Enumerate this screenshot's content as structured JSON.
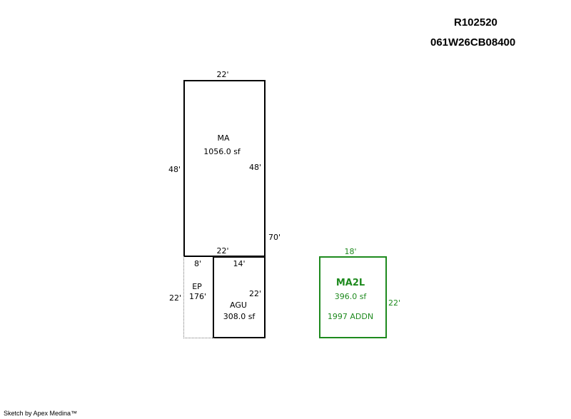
{
  "header": {
    "account_id": "R102520",
    "map_tax_lot": "061W26CB08400"
  },
  "footer": {
    "credit": "Sketch by Apex Medina™"
  },
  "colors": {
    "line": "#000000",
    "addition": "#1e8a1e"
  },
  "areas": {
    "main": {
      "code": "MA",
      "area": "1056.0 sf",
      "dim_top": "22'",
      "dim_left": "48'",
      "dim_right_inner": "48'",
      "dim_bottom": "22'",
      "dim_total_right": "70'"
    },
    "porch": {
      "code": "EP",
      "area": "176'",
      "dim_top": "8'",
      "dim_left": "22'"
    },
    "garage": {
      "code": "AGU",
      "area": "308.0 sf",
      "dim_top": "14'",
      "dim_right": "22'"
    },
    "addition": {
      "code": "MA2L",
      "area": "396.0 sf",
      "note": "1997 ADDN",
      "dim_top": "18'",
      "dim_right": "22'"
    }
  }
}
